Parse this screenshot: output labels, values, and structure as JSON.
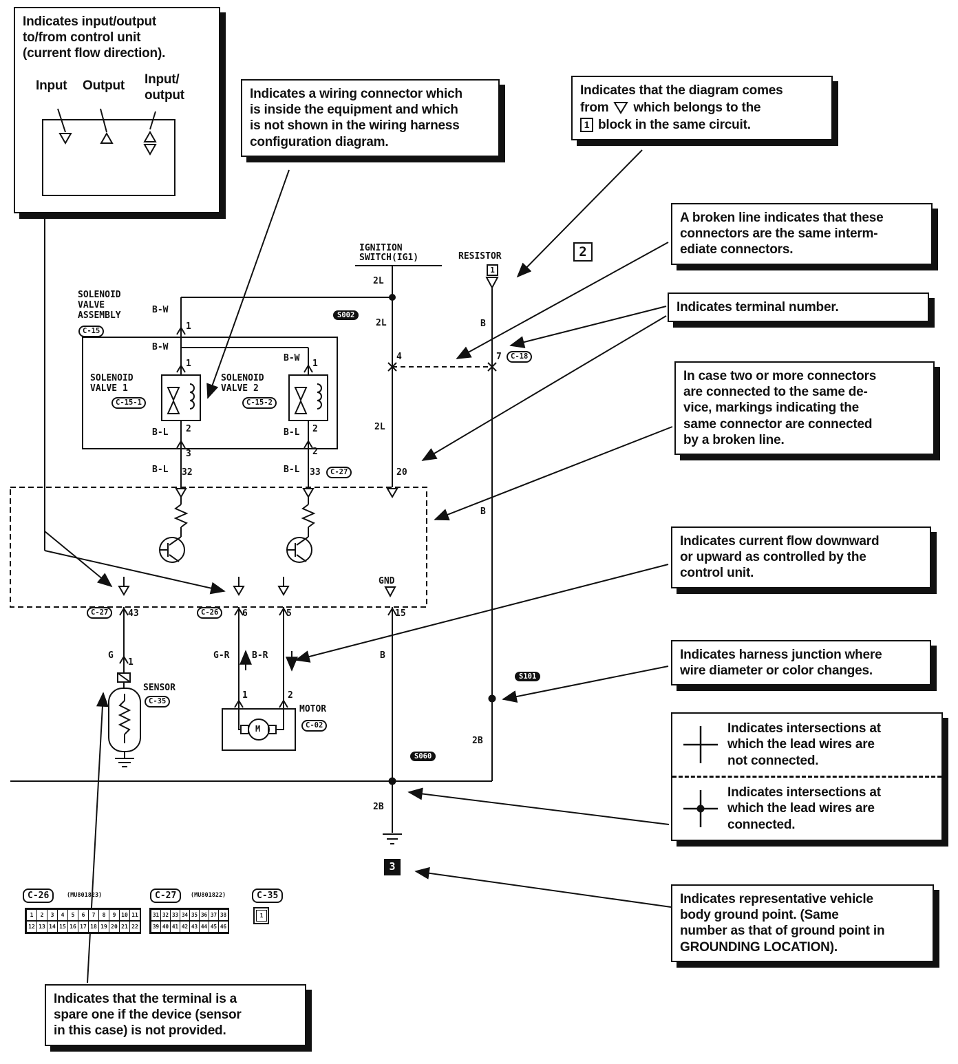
{
  "page": {
    "bg": "#ffffff",
    "ink": "#111111"
  },
  "callouts": {
    "io": {
      "text": "Indicates input/output\nto/from control unit\n(current flow direction).",
      "input_label": "Input",
      "output_label": "Output",
      "io_label": "Input/\noutput"
    },
    "connector_inside": {
      "text": "Indicates a wiring connector which\nis inside the equipment and which\nis not shown in the wiring harness\nconfiguration diagram."
    },
    "diagram_from": {
      "line1": "Indicates that the diagram comes",
      "from_word": "from",
      "line2_rest": "which belongs to the",
      "block_number": "1",
      "line3_rest": "block in the same circuit."
    },
    "broken_line": {
      "text": "A broken line indicates that these\nconnectors are the same interm-\nediate connectors."
    },
    "terminal_number": {
      "text": "Indicates terminal number."
    },
    "same_device": {
      "text": "In case two or more connectors\nare connected to the same de-\nvice, markings indicating the\nsame connector are connected\nby a broken line."
    },
    "current_flow": {
      "text": "Indicates current flow downward\nor upward as controlled by the\ncontrol unit."
    },
    "harness_junction": {
      "text": "Indicates harness junction where\nwire diameter or color changes."
    },
    "intersections": {
      "not_connected": "Indicates intersections at\nwhich the lead wires are\nnot connected.",
      "connected": "Indicates intersections at\nwhich the lead wires are\nconnected."
    },
    "ground_point": {
      "text": "Indicates representative vehicle\nbody ground point. (Same\nnumber as that of ground point in\nGROUNDING LOCATION)."
    },
    "spare_terminal": {
      "text": "Indicates that the terminal is a\nspare one if the device (sensor\nin this case) is not provided."
    }
  },
  "diagram": {
    "ignition_switch_line1": "IGNITION",
    "ignition_switch_line2": "SWITCH(IG1)",
    "resistor_label": "RESISTOR",
    "resistor_block": "1",
    "block_2": "2",
    "solenoid_assembly": "SOLENOID\nVALVE\nASSEMBLY",
    "c15": "C-15",
    "solenoid_valve_1": "SOLENOID\nVALVE  1",
    "c15_1": "C-15-1",
    "solenoid_valve_2": "SOLENOID\nVALVE  2",
    "c15_2": "C-15-2",
    "wire_bw": "B-W",
    "wire_bl": "B-L",
    "wire_2l": "2L",
    "wire_b": "B",
    "wire_g": "G",
    "wire_gr": "G-R",
    "wire_br": "B-R",
    "wire_2b": "2B",
    "gnd": "GND",
    "splice_s002": "S002",
    "splice_s101": "S101",
    "splice_s060": "S060",
    "c18": "C-18",
    "c27": "C-27",
    "c26": "C-26",
    "c35": "C-35",
    "c02": "C-02",
    "sensor_label": "SENSOR",
    "motor_label": "MOTOR",
    "motor_m": "M",
    "ground_block": "3",
    "terminals": {
      "t1": "1",
      "t2": "2",
      "t3": "3",
      "t4": "4",
      "t5": "5",
      "t6": "6",
      "t7": "7",
      "t15": "15",
      "t20": "20",
      "t32": "32",
      "t33": "33",
      "t43": "43"
    }
  },
  "connectors": {
    "c26": {
      "label": "C-26",
      "part": "(MU801823)",
      "row1": [
        "1",
        "2",
        "3",
        "4",
        "5",
        "6",
        "7",
        "8",
        "9",
        "10",
        "11"
      ],
      "row2": [
        "12",
        "13",
        "14",
        "15",
        "16",
        "17",
        "18",
        "19",
        "20",
        "21",
        "22"
      ]
    },
    "c27": {
      "label": "C-27",
      "part": "(MU801822)",
      "row1": [
        "31",
        "32",
        "33",
        "34",
        "35",
        "36",
        "37",
        "38"
      ],
      "row2": [
        "39",
        "40",
        "41",
        "42",
        "43",
        "44",
        "45",
        "46"
      ]
    },
    "c35": {
      "label": "C-35",
      "pin": "1"
    }
  }
}
